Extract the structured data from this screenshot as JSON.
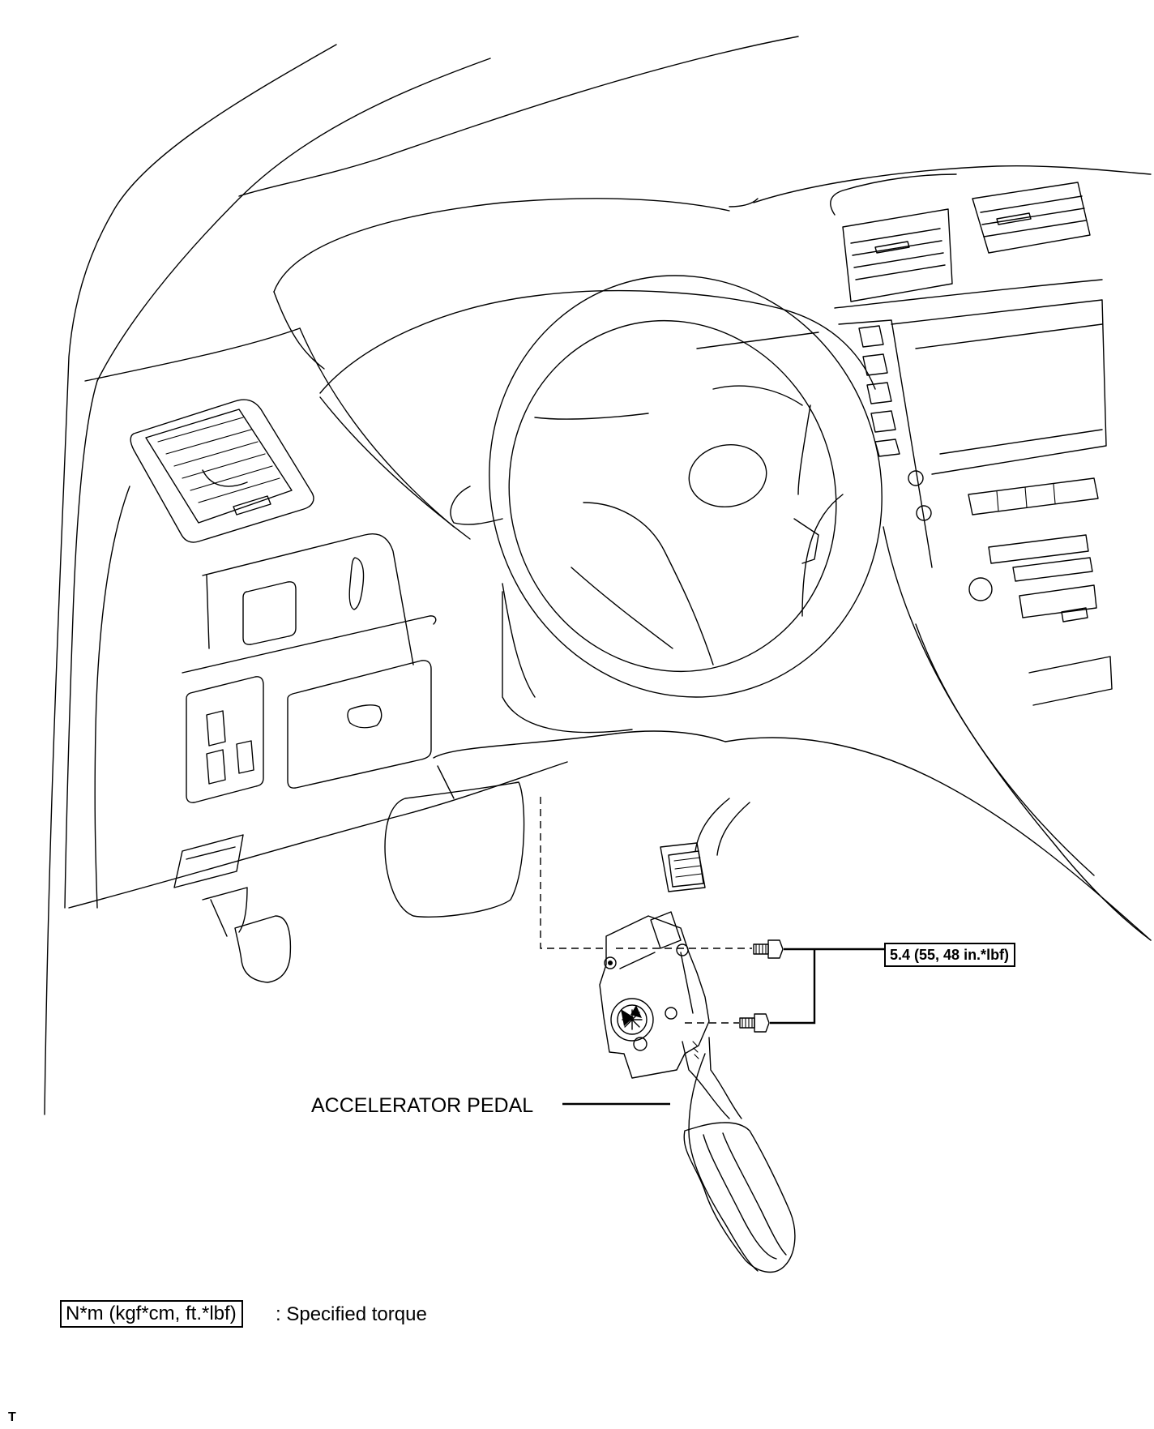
{
  "labels": {
    "part": "ACCELERATOR PEDAL",
    "torque_value": "5.4 (55, 48 in.*lbf)",
    "legend_unit": "N*m (kgf*cm, ft.*lbf)",
    "legend_text": ": Specified torque",
    "corner_mark": "T"
  }
}
